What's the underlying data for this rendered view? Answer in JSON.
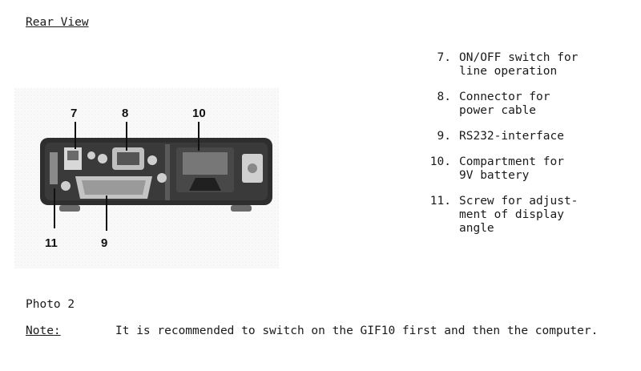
{
  "heading": "Rear View",
  "photo": {
    "callouts": {
      "c7": "7",
      "c8": "8",
      "c10": "10",
      "c11": "11",
      "c9": "9"
    }
  },
  "legend": [
    {
      "num": "7.",
      "text": "ON/OFF switch for\nline operation"
    },
    {
      "num": "8.",
      "text": "Connector for\npower cable"
    },
    {
      "num": "9.",
      "text": "RS232-interface"
    },
    {
      "num": "10.",
      "text": "Compartment for\n9V battery"
    },
    {
      "num": "11.",
      "text": "Screw for adjust-\nment of display\nangle"
    }
  ],
  "caption": "Photo 2",
  "note": {
    "label": "Note",
    "text": "It is recommended to switch on the GIF10 first and then the computer."
  }
}
